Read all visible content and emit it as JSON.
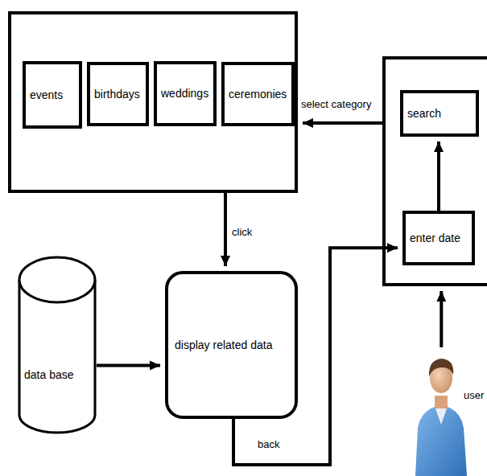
{
  "diagram": {
    "nodes": [
      {
        "text": []
      },
      {
        "text": [
          "events"
        ],
        "in": 0
      },
      {
        "text": [
          "birthdays"
        ],
        "in": 0
      },
      {
        "text": [
          "weddings"
        ],
        "in": 0
      },
      {
        "text": [
          "ceremonies"
        ],
        "in": 0
      },
      {
        "text": []
      },
      {
        "text": [
          "search"
        ],
        "in": 5
      },
      {
        "text": [
          "enter date"
        ],
        "in": 5
      },
      {
        "text": [
          "data base"
        ]
      },
      {
        "text": [
          "display related data"
        ]
      },
      {
        "text": [
          "user"
        ]
      }
    ],
    "edges": [
      {
        "from": 5,
        "to": 0,
        "arrow": "to",
        "label": "select category"
      },
      {
        "from": 0,
        "to": 9,
        "arrow": "to",
        "label": "click"
      },
      {
        "from": 8,
        "to": 9,
        "arrow": "to"
      },
      {
        "from": 9,
        "to": 7,
        "arrow": "to",
        "label": "back"
      },
      {
        "from": 7,
        "to": 6,
        "arrow": "to"
      },
      {
        "from": 10,
        "to": 5,
        "arrow": "to"
      }
    ]
  }
}
